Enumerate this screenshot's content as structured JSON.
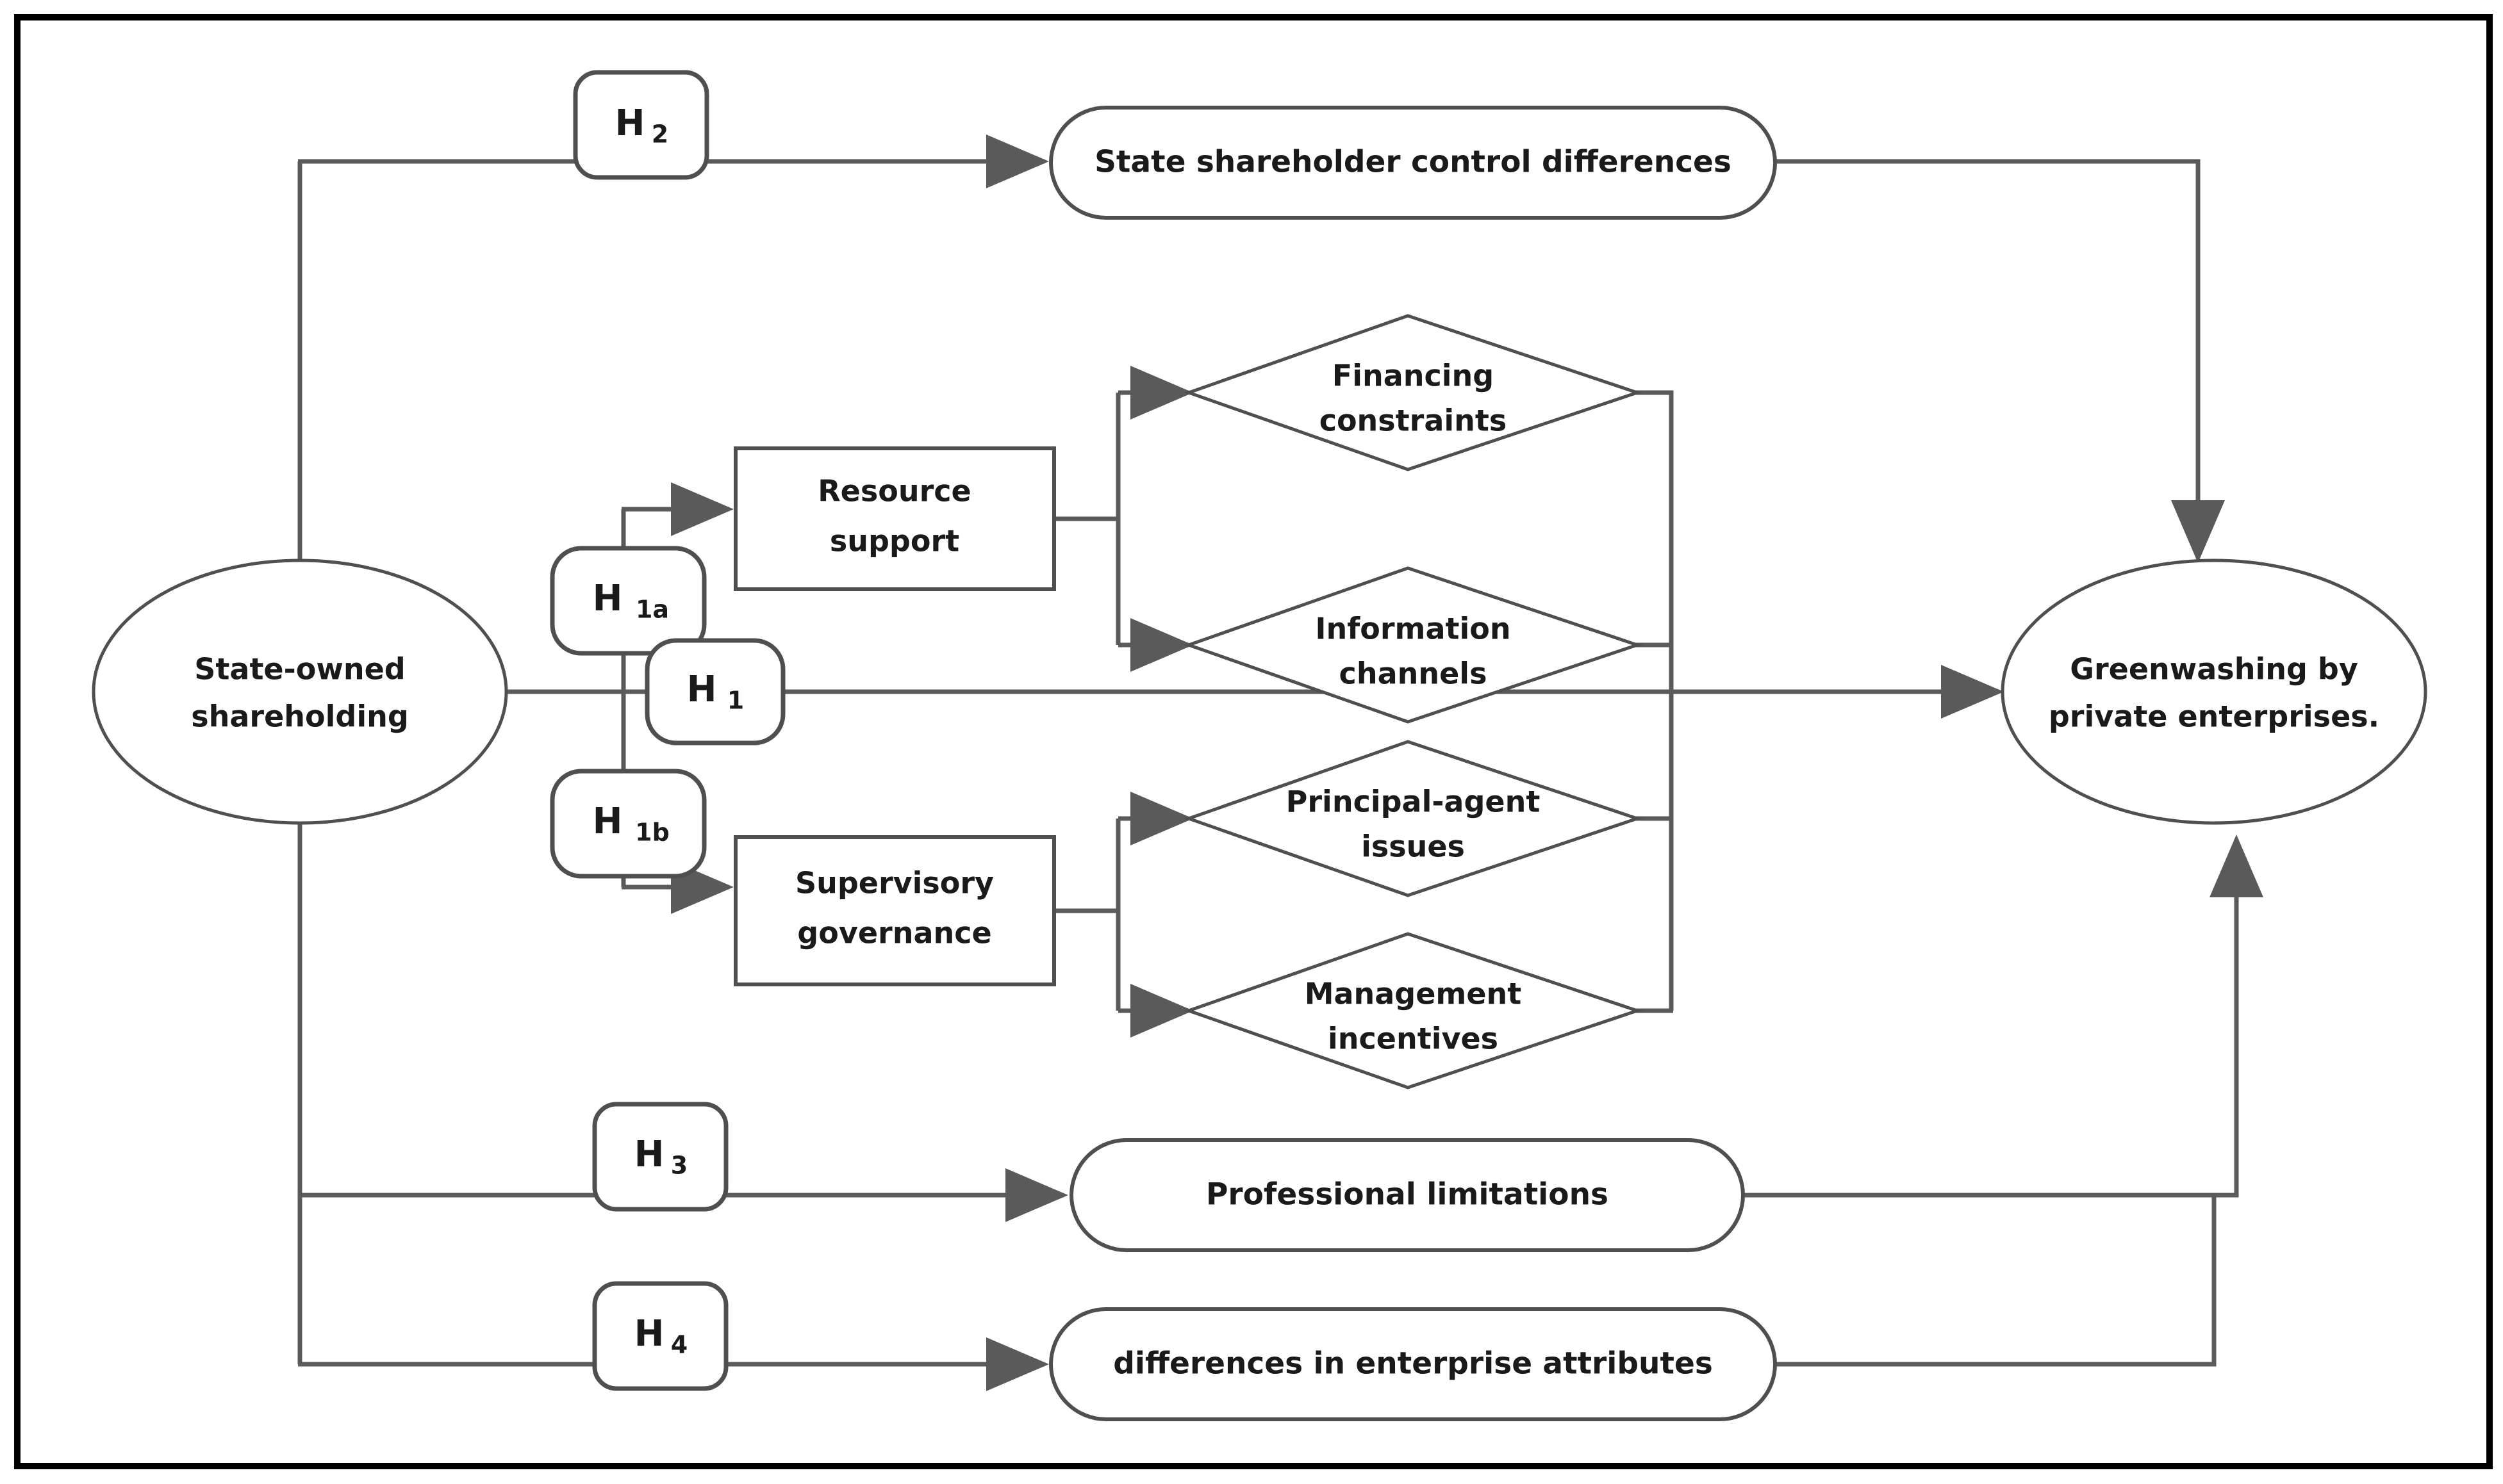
{
  "figure": {
    "type": "research-framework-flow-diagram",
    "border_color": "#000000",
    "line_color": "#5a5a5a",
    "shape_stroke": "#4f4f4f",
    "background": "#ffffff"
  },
  "nodes": {
    "source": {
      "label_line1": "State-owned",
      "label_line2": "shareholding",
      "shape": "ellipse"
    },
    "outcome": {
      "label_line1": "Greenwashing by",
      "label_line2": "private enterprises.",
      "shape": "ellipse"
    },
    "h2_node": {
      "label": "State shareholder control differences",
      "shape": "stadium"
    },
    "h3_node": {
      "label": "Professional limitations",
      "shape": "stadium"
    },
    "h4_node": {
      "label": "differences in enterprise attributes",
      "shape": "stadium"
    },
    "resource_support": {
      "label_line1": "Resource",
      "label_line2": "support",
      "shape": "rectangle"
    },
    "supervisory_governance": {
      "label_line1": "Supervisory",
      "label_line2": "governance",
      "shape": "rectangle"
    },
    "financing_constraints": {
      "label_line1": "Financing",
      "label_line2": "constraints",
      "shape": "diamond"
    },
    "information_channels": {
      "label_line1": "Information",
      "label_line2": "channels",
      "shape": "diamond"
    },
    "principal_agent_issues": {
      "label_line1": "Principal-agent",
      "label_line2": "issues",
      "shape": "diamond"
    },
    "management_incentives": {
      "label_line1": "Management",
      "label_line2": "incentives",
      "shape": "diamond"
    }
  },
  "hypotheses": [
    {
      "id": "H2",
      "main": "H",
      "sub": "2",
      "target": "State shareholder control differences"
    },
    {
      "id": "H1a",
      "main": "H",
      "sub": "1a",
      "target": "Resource support"
    },
    {
      "id": "H1",
      "main": "H",
      "sub": "1",
      "target": "Greenwashing by private enterprises."
    },
    {
      "id": "H1b",
      "main": "H",
      "sub": "1b",
      "target": "Supervisory governance"
    },
    {
      "id": "H3",
      "main": "H",
      "sub": "3",
      "target": "Professional limitations"
    },
    {
      "id": "H4",
      "main": "H",
      "sub": "4",
      "target": "differences in enterprise attributes"
    }
  ],
  "chart_data": {
    "type": "diagram",
    "title": "",
    "edges": [
      {
        "from": "State-owned shareholding",
        "to": "State shareholder control differences",
        "label": "H2"
      },
      {
        "from": "State shareholder control differences",
        "to": "Greenwashing by private enterprises.",
        "label": ""
      },
      {
        "from": "State-owned shareholding",
        "to": "Resource support",
        "label": "H1a"
      },
      {
        "from": "State-owned shareholding",
        "to": "Supervisory governance",
        "label": "H1b"
      },
      {
        "from": "State-owned shareholding",
        "to": "Greenwashing by private enterprises.",
        "label": "H1"
      },
      {
        "from": "Resource support",
        "to": "Financing constraints",
        "label": ""
      },
      {
        "from": "Resource support",
        "to": "Information channels",
        "label": ""
      },
      {
        "from": "Supervisory governance",
        "to": "Principal-agent issues",
        "label": ""
      },
      {
        "from": "Supervisory governance",
        "to": "Management incentives",
        "label": ""
      },
      {
        "from": "Financing constraints",
        "to": "Greenwashing by private enterprises.",
        "label": ""
      },
      {
        "from": "Information channels",
        "to": "Greenwashing by private enterprises.",
        "label": ""
      },
      {
        "from": "Principal-agent issues",
        "to": "Greenwashing by private enterprises.",
        "label": ""
      },
      {
        "from": "Management incentives",
        "to": "Greenwashing by private enterprises.",
        "label": ""
      },
      {
        "from": "State-owned shareholding",
        "to": "Professional limitations",
        "label": "H3"
      },
      {
        "from": "Professional limitations",
        "to": "Greenwashing by private enterprises.",
        "label": ""
      },
      {
        "from": "State-owned shareholding",
        "to": "differences in enterprise attributes",
        "label": "H4"
      },
      {
        "from": "differences in enterprise attributes",
        "to": "Greenwashing by private enterprises.",
        "label": ""
      }
    ]
  }
}
